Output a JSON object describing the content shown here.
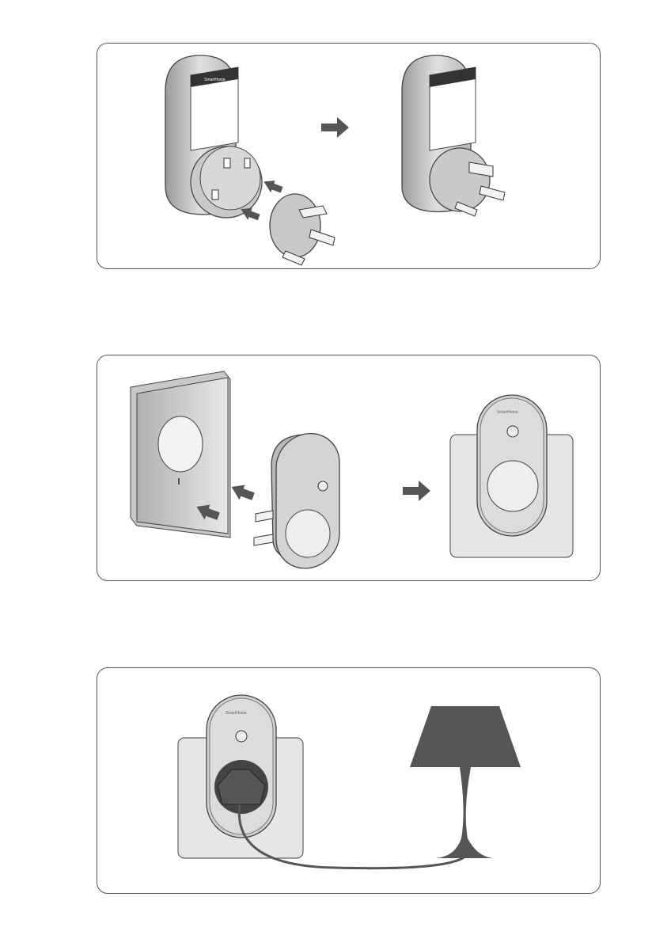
{
  "brand": {
    "logo_text": "SmartHome"
  },
  "steps": [
    {
      "name": "attach-uk-adapter"
    },
    {
      "name": "plug-into-wall-socket"
    },
    {
      "name": "connect-lamp"
    }
  ],
  "colors": {
    "device": "#d6d6d8",
    "outline": "#4a4a4a",
    "arrow": "#555555",
    "lamp": "#555555",
    "socket_plate": "#e6e6e8"
  }
}
